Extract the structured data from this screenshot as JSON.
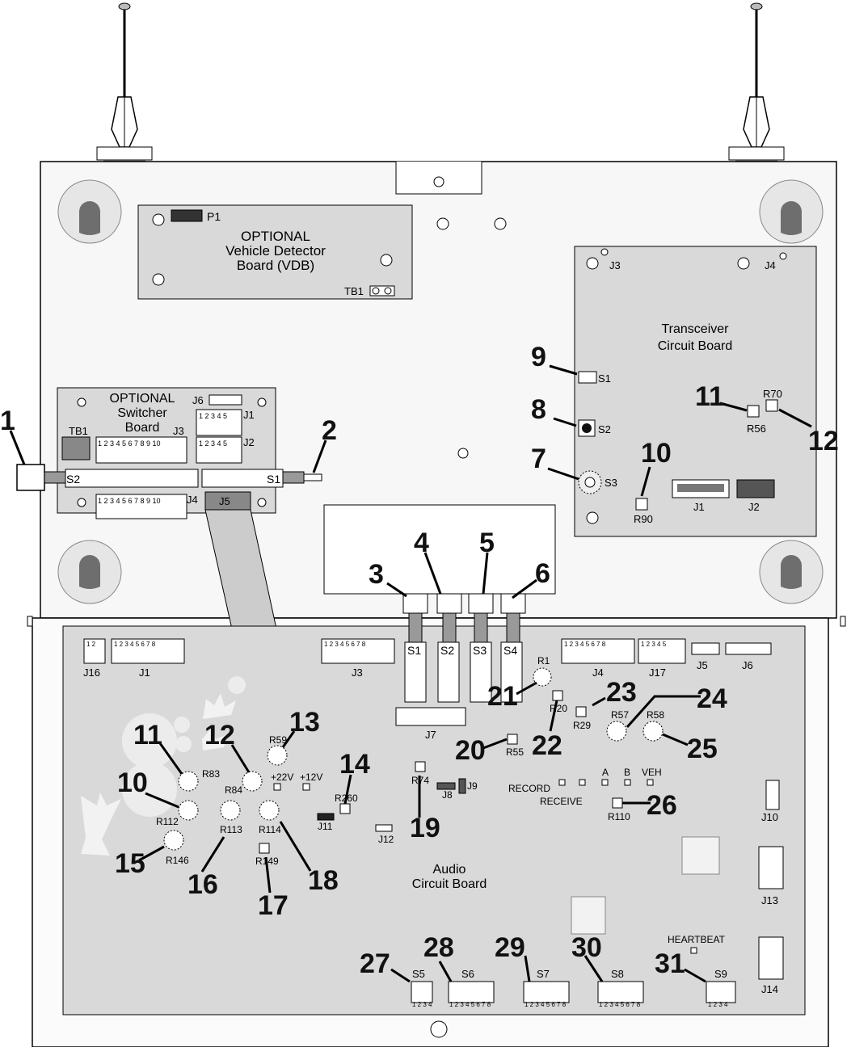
{
  "vdb": {
    "title_1": "OPTIONAL",
    "title_2": "Vehicle Detector",
    "title_3": "Board (VDB)",
    "p1": "P1",
    "tb1": "TB1"
  },
  "transceiver": {
    "title_1": "Transceiver",
    "title_2": "Circuit Board",
    "j3": "J3",
    "j4": "J4",
    "s1": "S1",
    "s2": "S2",
    "s3": "S3",
    "r56": "R56",
    "r70": "R70",
    "r90": "R90",
    "j1": "J1",
    "j2": "J2"
  },
  "switcher": {
    "title_1": "OPTIONAL",
    "title_2": "Switcher",
    "title_3": "Board",
    "tb1": "TB1",
    "j6": "J6",
    "j1": "J1",
    "j2": "J2",
    "j3": "J3",
    "j4": "J4",
    "j5": "J5",
    "s1": "S1",
    "s2": "S2",
    "pins5": "1 2 3 4 5",
    "pins10": "1 2 3 4 5 6 7 8 9 10"
  },
  "cable": {
    "j2": "J2"
  },
  "audio": {
    "title_1": "Audio",
    "title_2": "Circuit Board",
    "j16": "J16",
    "j1": "J1",
    "j3": "J3",
    "j4": "J4",
    "j17": "J17",
    "j5": "J5",
    "j6": "J6",
    "j7": "J7",
    "s1": "S1",
    "s2": "S2",
    "s3": "S3",
    "s4": "S4",
    "r1": "R1",
    "r20": "R20",
    "r29": "R29",
    "r57": "R57",
    "r58": "R58",
    "r55": "R55",
    "r59": "R59",
    "r83": "R83",
    "r84": "R84",
    "r112": "R112",
    "r113": "R113",
    "r114": "R114",
    "r146": "R146",
    "r149": "R149",
    "r260": "R260",
    "r74": "R74",
    "r110": "R110",
    "j8": "J8",
    "j9": "J9",
    "j10": "J10",
    "j11": "J11",
    "j12": "J12",
    "j13": "J13",
    "j14": "J14",
    "p22v": "+22V",
    "p12v": "+12V",
    "record": "RECORD",
    "receive": "RECEIVE",
    "a": "A",
    "b": "B",
    "veh": "VEH",
    "heartbeat": "HEARTBEAT",
    "s5": "S5",
    "s6": "S6",
    "s7": "S7",
    "s8": "S8",
    "s9": "S9",
    "pins4": "1 2 3 4",
    "pins8": "1 2 3 4 5 6 7 8",
    "pins2": "1 2",
    "pins5": "1 2 3 4 5"
  },
  "callouts": [
    "1",
    "2",
    "3",
    "4",
    "5",
    "6",
    "7",
    "8",
    "9",
    "10",
    "11",
    "12",
    "13",
    "14",
    "15",
    "16",
    "17",
    "18",
    "19",
    "20",
    "21",
    "22",
    "23",
    "24",
    "25",
    "26",
    "27",
    "28",
    "29",
    "30",
    "31"
  ],
  "colors": {
    "enclosure": "#f7f7f7",
    "board": "#d9d9d9",
    "board_dark": "#c8c8c8",
    "outline": "#000000"
  }
}
